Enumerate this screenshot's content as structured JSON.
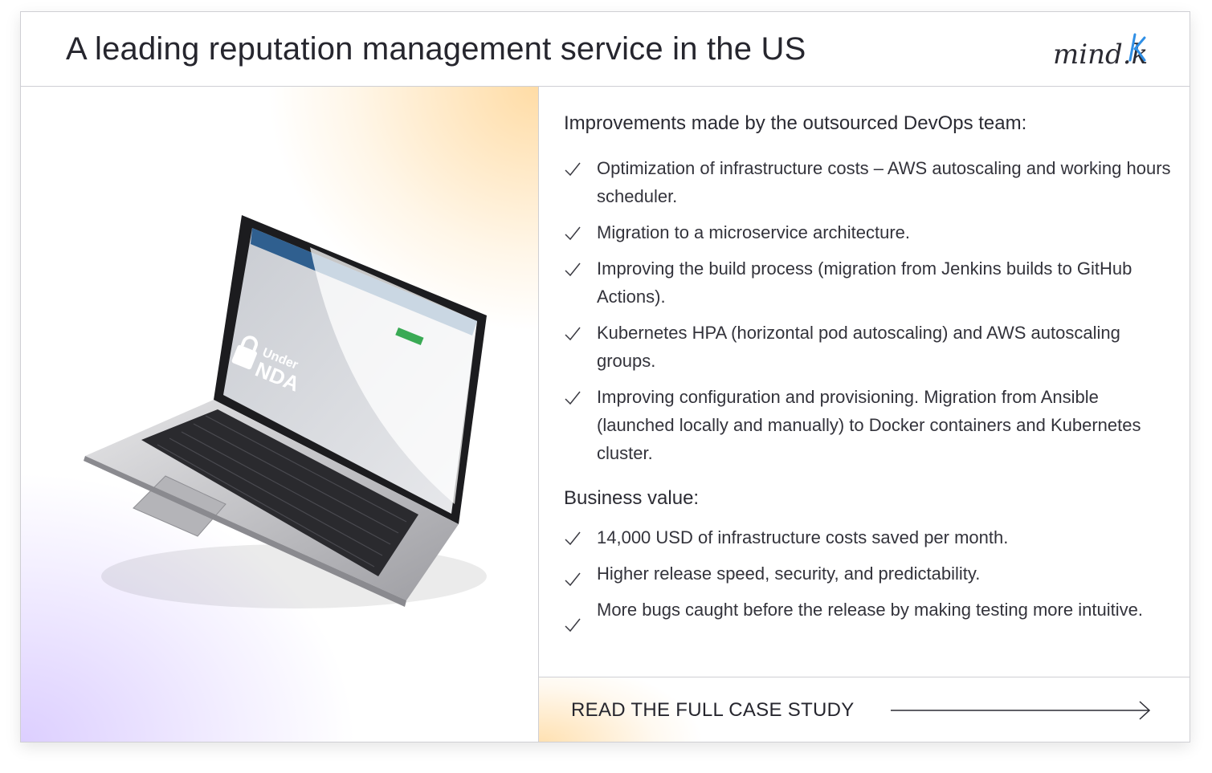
{
  "header": {
    "title": "A leading reputation management service in the US",
    "logo_text": "mind.k"
  },
  "hero": {
    "screen_badge_line1": "Under",
    "screen_badge_line2": "NDA"
  },
  "improvements": {
    "title": "Improvements made by the outsourced DevOps team:",
    "items": [
      "Optimization of infrastructure costs – AWS autoscaling and working hours scheduler.",
      "Migration to a microservice architecture.",
      "Improving the build process (migration from Jenkins builds to GitHub Actions).",
      "Kubernetes HPA (horizontal pod autoscaling) and AWS autoscaling groups.",
      "Improving configuration and provisioning. Migration from Ansible (launched locally and manually) to Docker containers and Kubernetes cluster."
    ]
  },
  "business": {
    "title": "Business value:",
    "items": [
      "14,000 USD of infrastructure costs saved per month.",
      "Higher release speed, security, and predictability.",
      "More bugs caught before the release by making testing more intuitive."
    ]
  },
  "cta": {
    "label": "READ THE FULL CASE STUDY"
  },
  "colors": {
    "accent_blue": "#2f8fe6",
    "text_dark": "#26262e",
    "border": "#cfcfd4"
  },
  "icons": {
    "check": "checkmark-icon",
    "arrow": "arrow-right-icon"
  }
}
